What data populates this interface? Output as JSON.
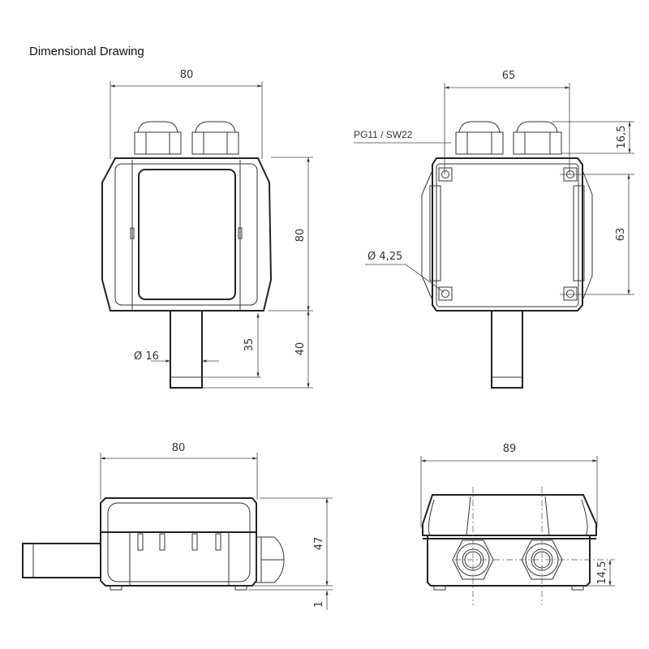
{
  "title": "Dimensional Drawing",
  "front_view": {
    "width": "80",
    "height": "80",
    "probe_length": "40",
    "probe_exposed": "35",
    "probe_diameter": "Ø 16"
  },
  "back_view": {
    "width": "65",
    "gland_height": "16,5",
    "hole_spacing": "63",
    "gland_label": "PG11 / SW22",
    "hole_diameter": "Ø 4,25"
  },
  "side_view": {
    "width": "80",
    "height": "47",
    "foot": "1"
  },
  "end_view": {
    "width": "89",
    "gland_center_height": "14,5"
  }
}
